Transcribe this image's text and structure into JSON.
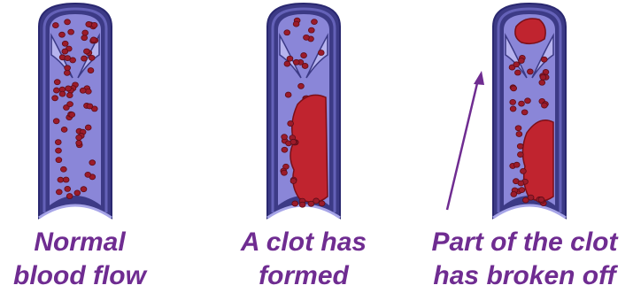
{
  "colors": {
    "caption": "#6f2c91",
    "arrow": "#6f2c91",
    "vein_wall_outer": "#3c3a86",
    "vein_wall_inner": "#6e6cc4",
    "vein_lumen": "#8a86d8",
    "blood_cell": "#9b1b2a",
    "clot": "#c0242f"
  },
  "icons": {
    "vein_normal": "vein-with-valve",
    "vein_clot": "vein-with-clot",
    "vein_embolus": "vein-with-broken-clot",
    "arrow": "arrow-up-right"
  },
  "panels": [
    {
      "caption_line1": "Normal",
      "caption_line2": "blood flow"
    },
    {
      "caption_line1": "A clot has",
      "caption_line2": "formed"
    },
    {
      "caption_line1": "Part of the clot",
      "caption_line2": "has broken off"
    }
  ]
}
